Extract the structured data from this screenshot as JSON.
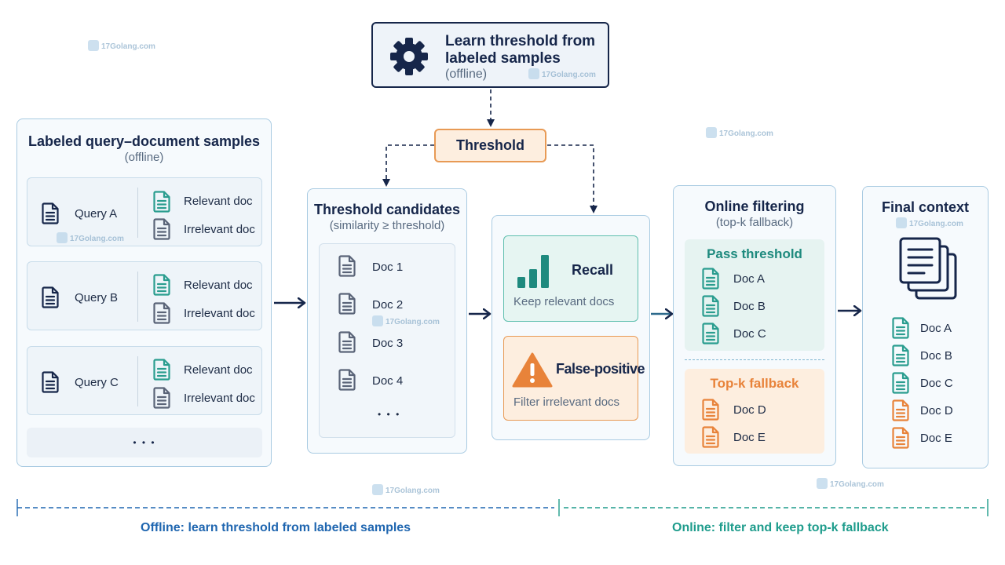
{
  "learn": {
    "title": "Learn threshold from labeled samples",
    "sub": "(offline)"
  },
  "threshold_label": "Threshold",
  "samples": {
    "title": "Labeled query–document samples",
    "sub": "(offline)",
    "rows": [
      {
        "query": "Query A",
        "relevant": "Relevant doc",
        "irrelevant": "Irrelevant doc"
      },
      {
        "query": "Query B",
        "relevant": "Relevant doc",
        "irrelevant": "Irrelevant doc"
      },
      {
        "query": "Query C",
        "relevant": "Relevant doc",
        "irrelevant": "Irrelevant doc"
      }
    ],
    "more": "• • •"
  },
  "candidates": {
    "title": "Threshold candidates",
    "sub": "(similarity ≥ threshold)",
    "docs": [
      "Doc 1",
      "Doc 2",
      "Doc 3",
      "Doc 4"
    ],
    "more": "• • •"
  },
  "recall": {
    "title": "Recall",
    "text": "Keep relevant docs"
  },
  "false_positive": {
    "title": "False-positive",
    "text": "Filter irrelevant docs"
  },
  "online": {
    "title": "Online filtering",
    "sub": "(top-k fallback)",
    "pass_title": "Pass threshold",
    "pass_docs": [
      "Doc A",
      "Doc B",
      "Doc C"
    ],
    "topk_title": "Top-k fallback",
    "topk_docs": [
      "Doc D",
      "Doc E"
    ]
  },
  "final": {
    "title": "Final context",
    "docs": [
      {
        "label": "Doc A",
        "kind": "pass"
      },
      {
        "label": "Doc B",
        "kind": "pass"
      },
      {
        "label": "Doc C",
        "kind": "pass"
      },
      {
        "label": "Doc D",
        "kind": "fallback"
      },
      {
        "label": "Doc E",
        "kind": "fallback"
      }
    ]
  },
  "footer": {
    "offline": "Offline: learn threshold from labeled samples",
    "online": "Online: filter and keep top-k fallback"
  },
  "watermark": "17Golang.com",
  "colors": {
    "navy": "#16264a",
    "teal": "#2a9d8f",
    "orange": "#e8833a",
    "gray": "#5a6478",
    "offline_blue": "#1f66b0",
    "online_teal": "#1e9c8c"
  }
}
